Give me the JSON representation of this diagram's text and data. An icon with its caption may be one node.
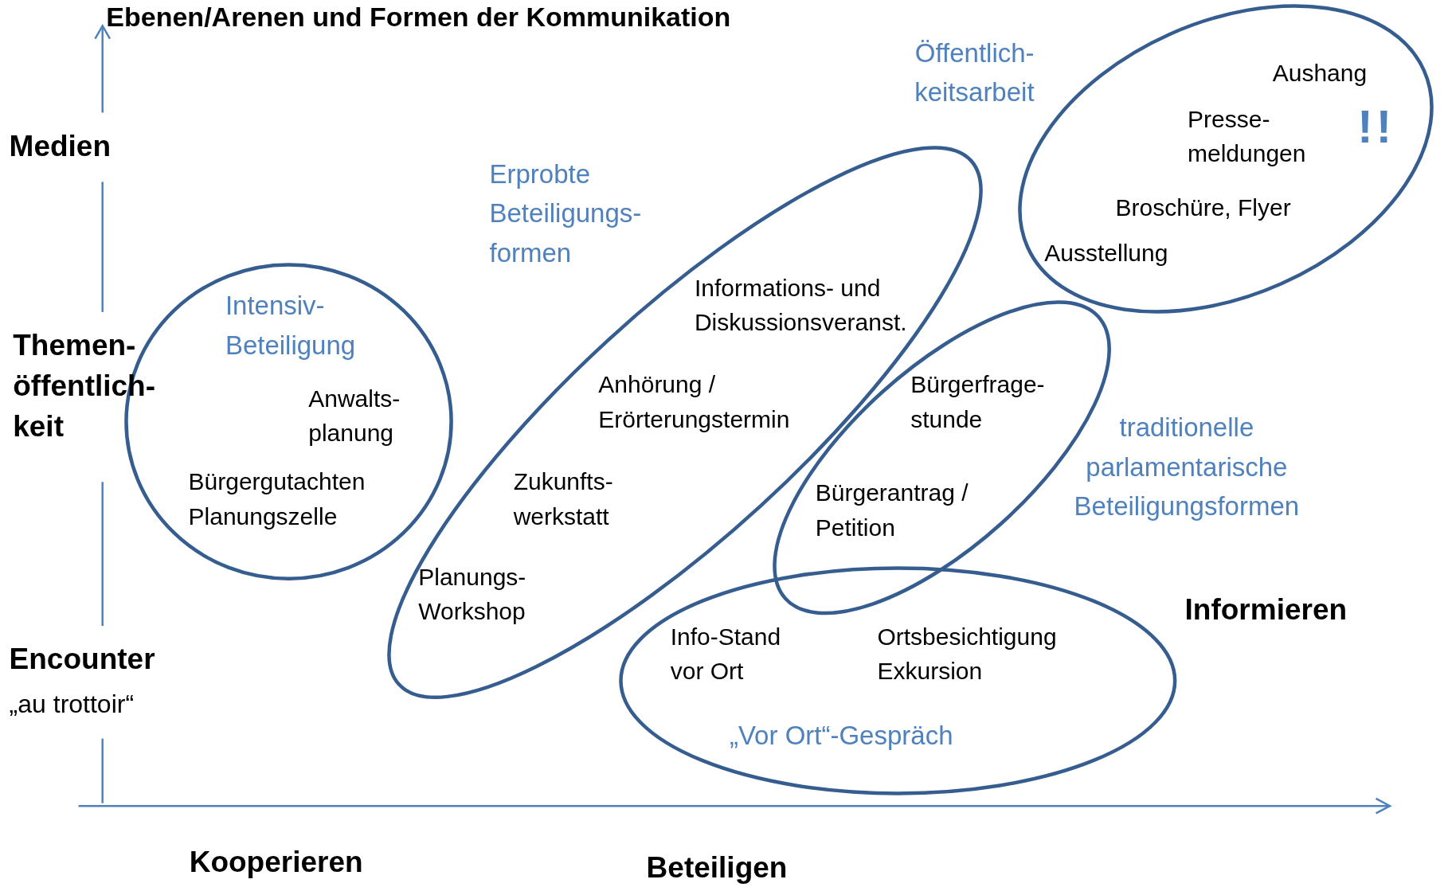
{
  "diagram": {
    "title": "Ebenen/Arenen und Formen der Kommunikation",
    "nodes": [
      {
        "text": [
          "Öffentlich- keitsarbeit",
          "Aushang",
          "Presse- meldungen",
          "!!",
          "Broschüre, Flyer",
          "Ausstellung"
        ]
      },
      {
        "text": [
          "Erprobte Beteiligungs- formen",
          "Informations- und Diskussionsveranst.",
          "Anhörung / Erörterungstermin",
          "Zukunfts- werkstatt",
          "Planungs- Workshop"
        ]
      },
      {
        "text": [
          "Intensiv- Beteiligung",
          "Anwalts- planung",
          "Bürgergutachten Planungszelle"
        ]
      },
      {
        "text": [
          "Bürgerfrage- stunde",
          "Bürgerantrag / Petition",
          "traditionelle parlamentarische Beteiligungsformen"
        ]
      },
      {
        "text": [
          "Info-Stand vor Ort",
          "Ortsbesichtigung Exkursion",
          "„Vor Ort“-Gespräch"
        ]
      }
    ],
    "edges": [],
    "labels": [
      "Medien",
      "Themen- öffentlich- keit",
      "Informieren",
      "Encounter",
      "„au trottoir“",
      "Kooperieren",
      "Beteiligen"
    ]
  }
}
